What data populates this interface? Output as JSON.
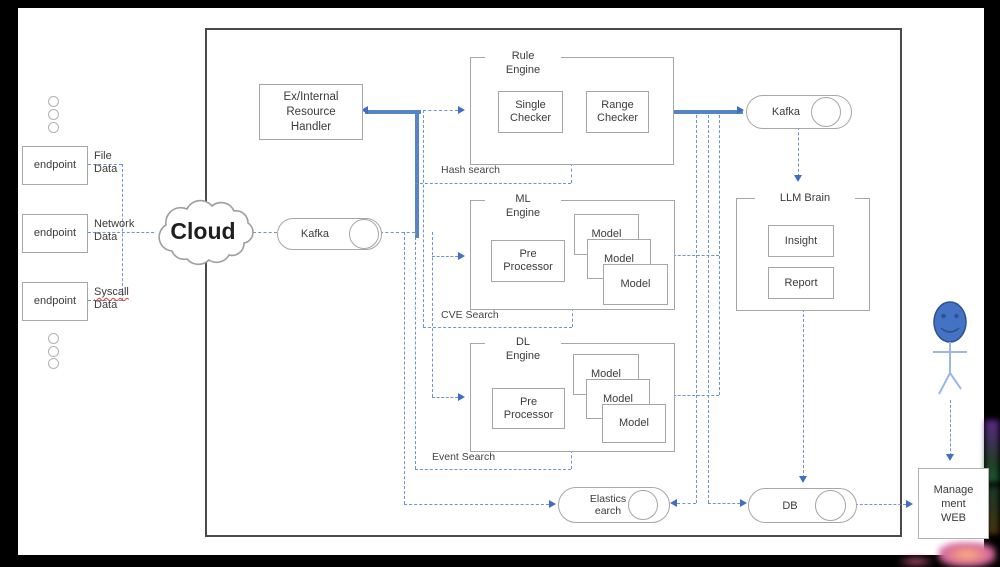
{
  "colors": {
    "connector_blue": "#5585c7",
    "arrow_blue": "#3f6ec4",
    "box_border": "#a6a6a6",
    "frame": "#000000"
  },
  "left": {
    "endpoint_labels": [
      "endpoint",
      "endpoint",
      "endpoint"
    ],
    "stream_labels": [
      [
        "File",
        "Data"
      ],
      [
        "Network",
        "Data"
      ],
      [
        "Syscall",
        "Data"
      ]
    ]
  },
  "cloud": {
    "label": "Cloud"
  },
  "queues": {
    "kafka_ingest": "Kafka",
    "kafka_results": "Kafka",
    "elasticsearch": [
      "Elastics",
      "earch"
    ],
    "db": "DB"
  },
  "engines": {
    "resource_handler": [
      "Ex/Internal",
      "Resource",
      "Handler"
    ],
    "rule": {
      "title": [
        "Rule",
        "Engine"
      ],
      "checkers": [
        [
          "Single",
          "Checker"
        ],
        [
          "Range",
          "Checker"
        ]
      ],
      "search_label": "Hash search"
    },
    "ml": {
      "title": [
        "ML",
        "Engine"
      ],
      "pre": [
        "Pre",
        "Processor"
      ],
      "models": [
        "Model",
        "Model",
        "Model"
      ],
      "search_label": "CVE Search"
    },
    "dl": {
      "title": [
        "DL",
        "Engine"
      ],
      "pre": [
        "Pre",
        "Processor"
      ],
      "models": [
        "Model",
        "Model",
        "Model"
      ],
      "search_label": "Event Search"
    }
  },
  "llm": {
    "title": "LLM Brain",
    "outputs": [
      "Insight",
      "Report"
    ]
  },
  "web": {
    "label": [
      "Manage",
      "ment",
      "WEB"
    ]
  }
}
